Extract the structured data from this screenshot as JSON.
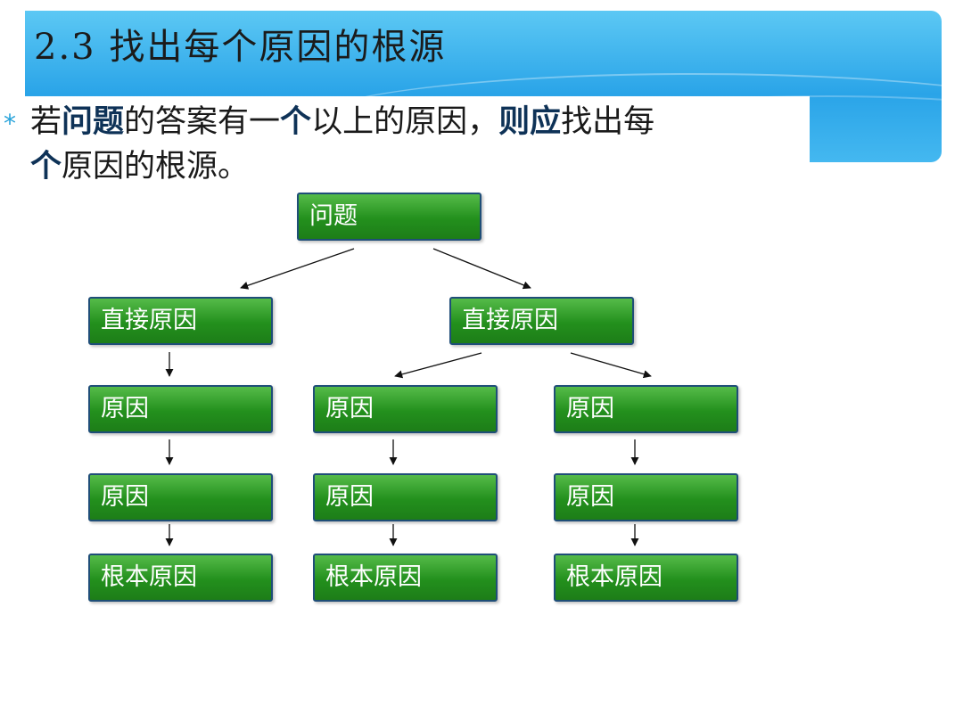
{
  "slide": {
    "title": "2.3  找出每个原因的根源",
    "bullet_marker": "*",
    "bullet_segments": [
      {
        "text": "若",
        "emphasis": false
      },
      {
        "text": "问题",
        "emphasis": true
      },
      {
        "text": "的答案有一",
        "emphasis": false
      },
      {
        "text": "个",
        "emphasis": true
      },
      {
        "text": "以上的原因，",
        "emphasis": false
      },
      {
        "text": "则应",
        "emphasis": true
      },
      {
        "text": "找出每",
        "emphasis": false
      },
      {
        "text": "个",
        "emphasis": true
      },
      {
        "text": "原因的根源。",
        "emphasis": false
      }
    ]
  },
  "diagram": {
    "root": "问题",
    "branch_left": {
      "direct": "直接原因",
      "chain": [
        {
          "cause1": "原因",
          "cause2": "原因",
          "root_cause": "根本原因"
        }
      ]
    },
    "branch_right": {
      "direct": "直接原因",
      "chain": [
        {
          "cause1": "原因",
          "cause2": "原因",
          "root_cause": "根本原因"
        },
        {
          "cause1": "原因",
          "cause2": "原因",
          "root_cause": "根本原因"
        }
      ]
    }
  },
  "colors": {
    "header_blue": "#2aa4e8",
    "node_green": "#23901d",
    "node_border": "#1f4e78",
    "bullet_marker": "#27a3da",
    "emphasis_text": "#0e3257"
  }
}
